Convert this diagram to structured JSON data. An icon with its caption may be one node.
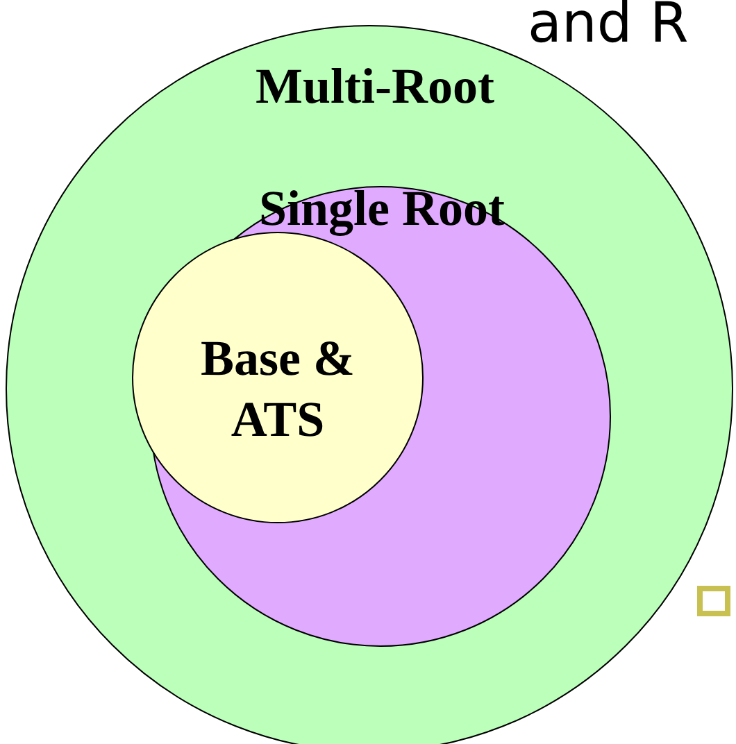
{
  "diagram": {
    "nodes": [
      {
        "text": [
          "Multi-Root"
        ]
      },
      {
        "text": [
          "Single Root"
        ],
        "in": 0
      },
      {
        "text": [
          "Base & ATS"
        ],
        "in": 1
      }
    ],
    "labels": [
      "and R"
    ]
  }
}
